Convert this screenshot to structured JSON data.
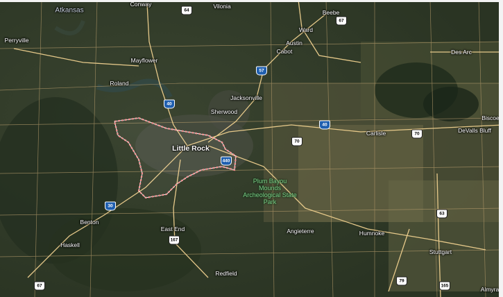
{
  "map": {
    "type": "satellite",
    "places": [
      {
        "id": "atkansas",
        "text": "Atkansas",
        "style": "faded"
      },
      {
        "id": "conway",
        "text": "Conway",
        "style": "normal"
      },
      {
        "id": "vilonia",
        "text": "Vilonia",
        "style": "normal"
      },
      {
        "id": "beebe",
        "text": "Beebe",
        "style": "normal"
      },
      {
        "id": "perryville",
        "text": "Perryville",
        "style": "normal"
      },
      {
        "id": "ward",
        "text": "Ward",
        "style": "normal"
      },
      {
        "id": "austin",
        "text": "Austin",
        "style": "normal"
      },
      {
        "id": "cabot",
        "text": "Cabot",
        "style": "normal"
      },
      {
        "id": "mayflower",
        "text": "Mayflower",
        "style": "normal"
      },
      {
        "id": "des-arc",
        "text": "Des Arc",
        "style": "normal"
      },
      {
        "id": "roland",
        "text": "Roland",
        "style": "normal"
      },
      {
        "id": "jacksonville",
        "text": "Jacksonville",
        "style": "normal"
      },
      {
        "id": "sherwood",
        "text": "Sherwood",
        "style": "normal"
      },
      {
        "id": "biscoe",
        "text": "Biscoe",
        "style": "normal"
      },
      {
        "id": "devalls-bluff",
        "text": "DeValls Bluff",
        "style": "normal"
      },
      {
        "id": "carlisle",
        "text": "Carlisle",
        "style": "normal"
      },
      {
        "id": "little-rock",
        "text": "Little Rock",
        "style": "big"
      },
      {
        "id": "benton",
        "text": "Benton",
        "style": "normal"
      },
      {
        "id": "haskell",
        "text": "Haskell",
        "style": "normal"
      },
      {
        "id": "east-end",
        "text": "East End",
        "style": "normal"
      },
      {
        "id": "angieterre",
        "text": "Angieterre",
        "style": "normal"
      },
      {
        "id": "humnoke",
        "text": "Humnoke",
        "style": "normal"
      },
      {
        "id": "stuttgart",
        "text": "Stuttgart",
        "style": "normal"
      },
      {
        "id": "redfield",
        "text": "Redfield",
        "style": "normal"
      },
      {
        "id": "almyra",
        "text": "Almyra",
        "style": "normal"
      },
      {
        "id": "plum-bayou",
        "text": "Plum Bayou Mounds Archeological State Park",
        "style": "park"
      }
    ],
    "shields": [
      {
        "id": "us64",
        "text": "64",
        "kind": "us"
      },
      {
        "id": "us67-n",
        "text": "67",
        "kind": "us"
      },
      {
        "id": "i57",
        "text": "57",
        "kind": "interstate"
      },
      {
        "id": "i40-w",
        "text": "40",
        "kind": "interstate"
      },
      {
        "id": "i40-e",
        "text": "40",
        "kind": "interstate"
      },
      {
        "id": "us70-a",
        "text": "70",
        "kind": "us"
      },
      {
        "id": "us70-b",
        "text": "70",
        "kind": "us"
      },
      {
        "id": "i440",
        "text": "440",
        "kind": "interstate"
      },
      {
        "id": "i30",
        "text": "30",
        "kind": "interstate"
      },
      {
        "id": "us167",
        "text": "167",
        "kind": "us"
      },
      {
        "id": "us63",
        "text": "63",
        "kind": "us"
      },
      {
        "id": "us79",
        "text": "79",
        "kind": "us"
      },
      {
        "id": "us165",
        "text": "165",
        "kind": "us"
      },
      {
        "id": "us67-s",
        "text": "67",
        "kind": "us"
      }
    ]
  }
}
